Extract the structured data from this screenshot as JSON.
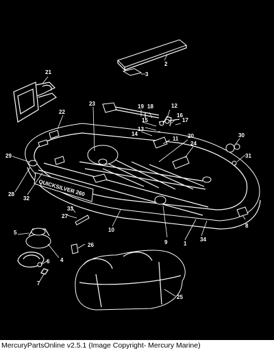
{
  "diagram": {
    "brand_text": "QUICKSILVER 260",
    "callouts": [
      "1",
      "2",
      "3",
      "4",
      "5",
      "6",
      "7",
      "8",
      "9",
      "10",
      "11",
      "12",
      "13",
      "14",
      "15",
      "16",
      "17",
      "18",
      "19",
      "20",
      "21",
      "22",
      "23",
      "24",
      "25",
      "26",
      "27",
      "28",
      "29",
      "30",
      "31",
      "32",
      "33",
      "34"
    ]
  },
  "footer": {
    "caption": "MercuryPartsOnline v2.5.1 (Image Copyright- Mercury Marine)"
  },
  "colors": {
    "background": "#000000",
    "linework": "#ffffff",
    "footer_bg": "#ffffff",
    "footer_text": "#000000"
  }
}
